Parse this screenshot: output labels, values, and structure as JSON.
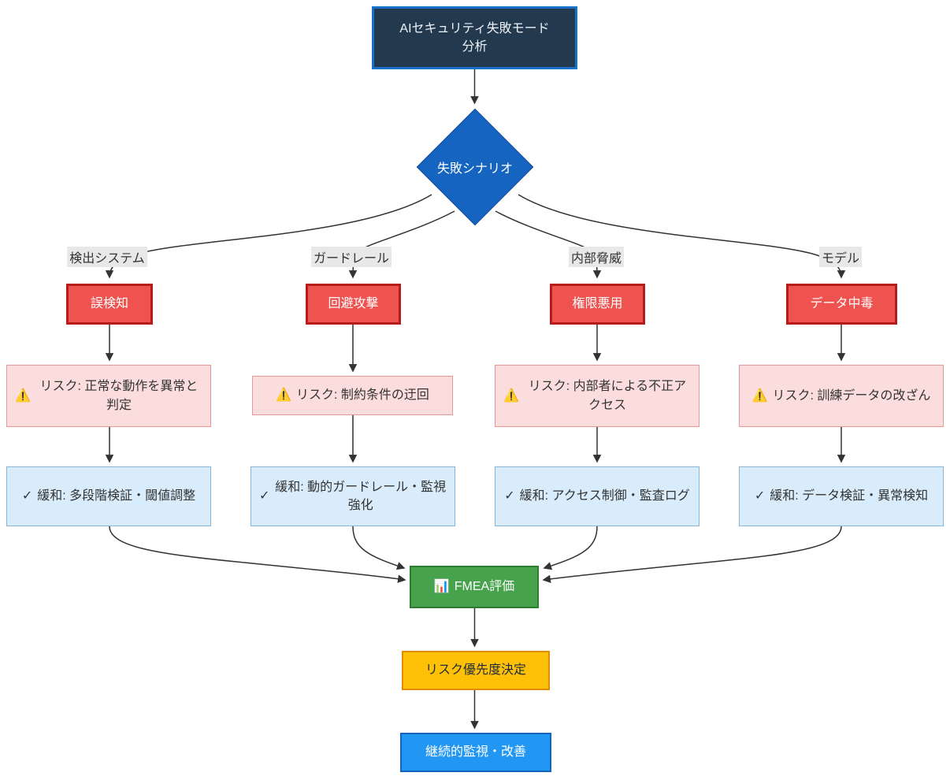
{
  "nodes": {
    "title": "AIセキュリティ失敗モード\n分析",
    "decision": "失敗シナリオ",
    "fmea": "FMEA評価",
    "priority": "リスク優先度決定",
    "monitoring": "継続的監視・改善"
  },
  "branches": [
    {
      "edge_label": "検出システム",
      "failure": "誤検知",
      "risk": "リスク: 正常な動作を異常と判定",
      "mitigation": "緩和: 多段階検証・閾値調整"
    },
    {
      "edge_label": "ガードレール",
      "failure": "回避攻撃",
      "risk": "リスク: 制約条件の迂回",
      "mitigation": "緩和: 動的ガードレール・監視強化"
    },
    {
      "edge_label": "内部脅威",
      "failure": "権限悪用",
      "risk": "リスク: 内部者による不正アクセス",
      "mitigation": "緩和: アクセス制御・監査ログ"
    },
    {
      "edge_label": "モデル",
      "failure": "データ中毒",
      "risk": "リスク: 訓練データの改ざん",
      "mitigation": "緩和: データ検証・異常検知"
    }
  ],
  "icons": {
    "warning": "⚠️",
    "check": "✓",
    "chart": "📊"
  },
  "colors": {
    "title_fill": "#22394e",
    "title_border": "#1871c9",
    "decision_fill": "#1565c0",
    "decision_border": "#0d47a1",
    "failure_fill": "#ef5350",
    "failure_border": "#b71c1c",
    "risk_fill": "#fbdddd",
    "risk_border": "#e59898",
    "mitigation_fill": "#d9ecfb",
    "mitigation_border": "#85b5da",
    "fmea_fill": "#47a34b",
    "fmea_border": "#2e7d32",
    "priority_fill": "#ffc107",
    "priority_border": "#e08b00",
    "monitor_fill": "#2196f3",
    "monitor_border": "#1565c0",
    "edge_label_bg": "#e8e8e8",
    "arrow": "#333333"
  }
}
